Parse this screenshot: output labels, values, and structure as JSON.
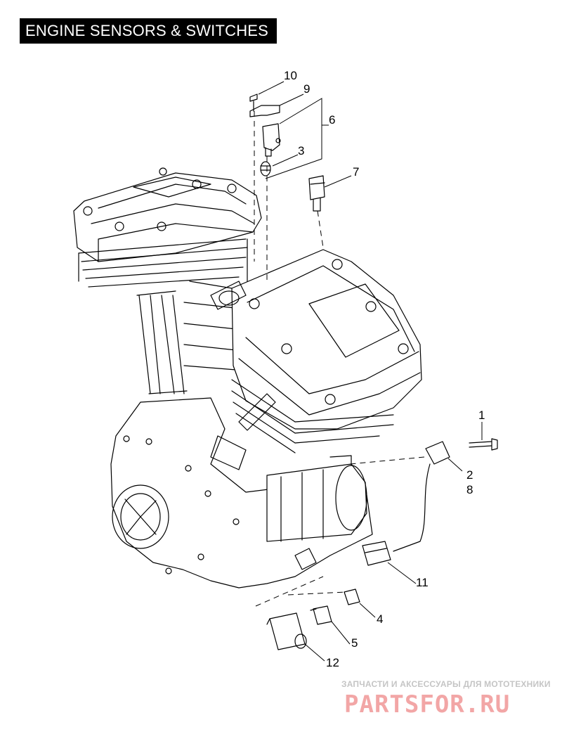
{
  "title": "ENGINE SENSORS & SWITCHES",
  "callouts": [
    {
      "id": "c10",
      "label": "10"
    },
    {
      "id": "c9",
      "label": "9"
    },
    {
      "id": "c6",
      "label": "6"
    },
    {
      "id": "c3",
      "label": "3"
    },
    {
      "id": "c7",
      "label": "7"
    },
    {
      "id": "c1",
      "label": "1"
    },
    {
      "id": "c2",
      "label": "2"
    },
    {
      "id": "c8",
      "label": "8"
    },
    {
      "id": "c11",
      "label": "11"
    },
    {
      "id": "c4",
      "label": "4"
    },
    {
      "id": "c5",
      "label": "5"
    },
    {
      "id": "c12",
      "label": "12"
    }
  ],
  "watermark": {
    "tagline": "ЗАПЧАСТИ И АКСЕССУАРЫ ДЛЯ МОТОТЕХНИКИ",
    "logo": "PARTSFOR.RU"
  },
  "colors": {
    "line": "#000000",
    "background": "#ffffff",
    "title_bg": "#000000",
    "title_text": "#ffffff",
    "watermark_logo": "#f2a6a6",
    "watermark_text": "#c5c5c5"
  }
}
